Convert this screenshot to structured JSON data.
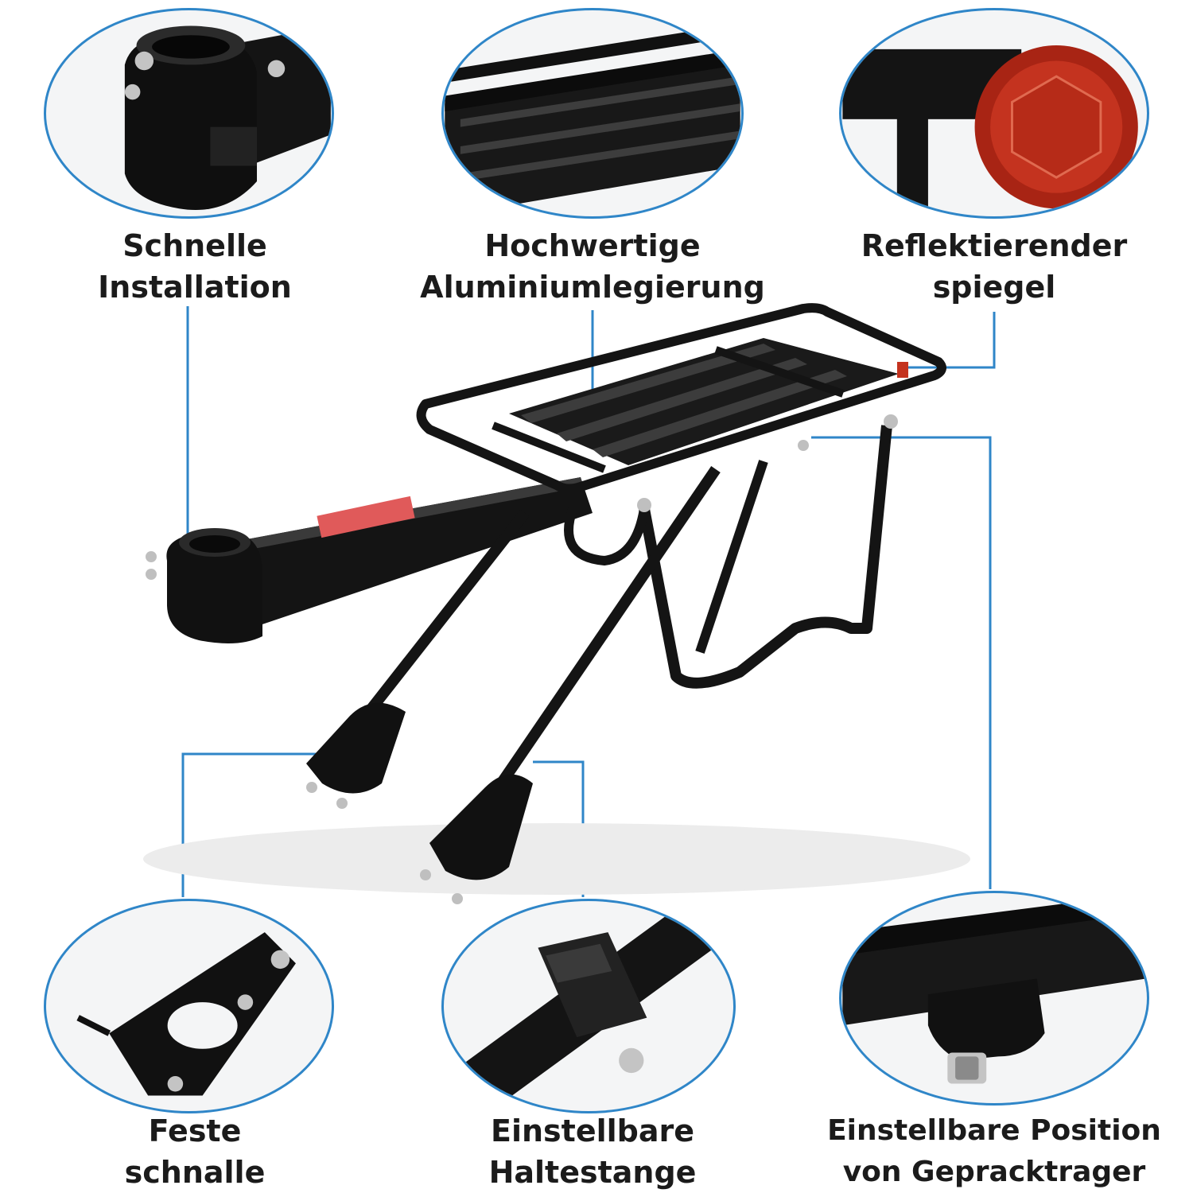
{
  "colors": {
    "leader_line": "#2f86c8",
    "rack_metal": "#141414",
    "reflector": "#c4331f",
    "warning_label": "#e05a5a"
  },
  "callouts": [
    {
      "name": "quick-install",
      "lines": [
        "Schnelle",
        "Installation"
      ],
      "icon": "seatpost-clamp-closeup"
    },
    {
      "name": "aluminium-alloy",
      "lines": [
        "Hochwertige",
        "Aluminiumlegierung"
      ],
      "icon": "rack-platform-closeup"
    },
    {
      "name": "reflector",
      "lines": [
        "Reflektierender",
        "spiegel"
      ],
      "icon": "red-reflector-closeup"
    },
    {
      "name": "fixed-buckle",
      "lines": [
        "Feste",
        "schnalle"
      ],
      "icon": "mounting-buckle-closeup"
    },
    {
      "name": "adjustable-rod",
      "lines": [
        "Einstellbare",
        "Haltestange"
      ],
      "icon": "adjustable-strut-closeup"
    },
    {
      "name": "carrier-position",
      "lines": [
        "Einstellbare Position",
        "von Gepracktrager"
      ],
      "icon": "carrier-bolt-closeup"
    }
  ]
}
